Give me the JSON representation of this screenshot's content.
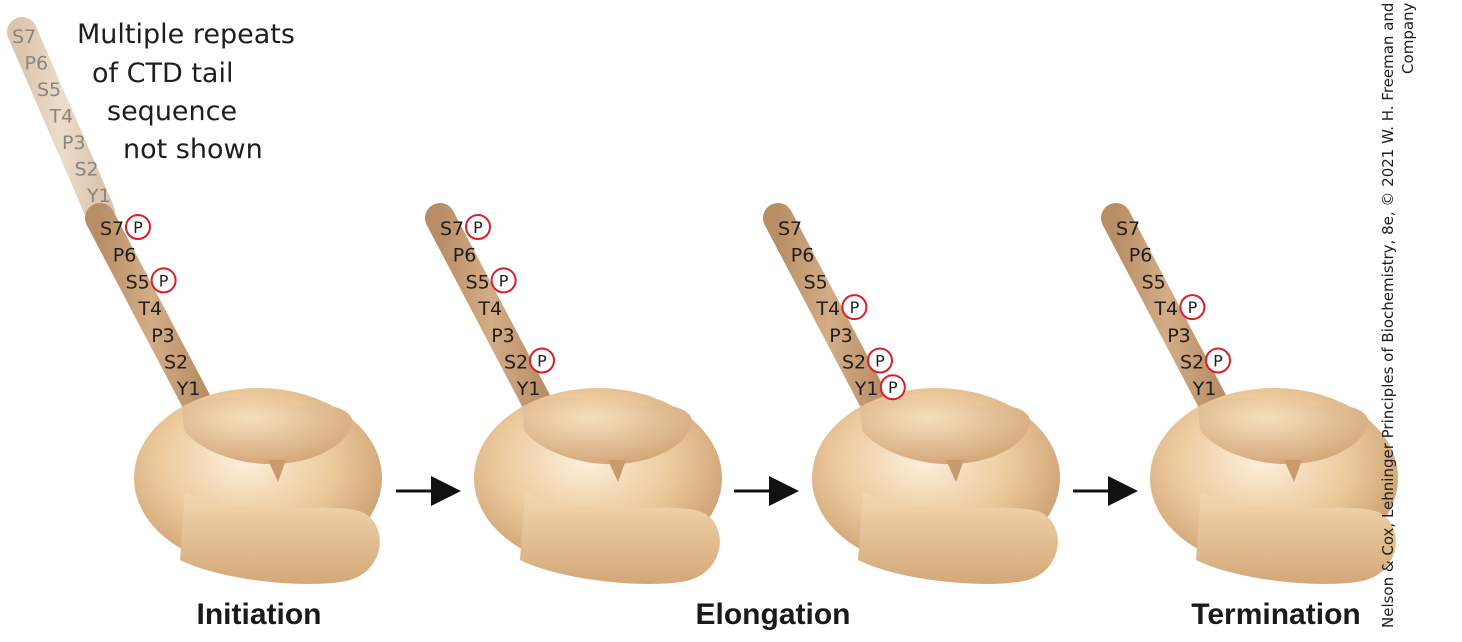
{
  "note": {
    "line1": "Multiple repeats",
    "line2": "of CTD tail",
    "line3": "sequence",
    "line4": "not shown"
  },
  "repeat_residues": [
    "S7",
    "P6",
    "S5",
    "T4",
    "P3",
    "S2",
    "Y1"
  ],
  "phospho_label": "P",
  "stages": [
    {
      "name": "Initiation",
      "phosphorylated": [
        "S7",
        "S5"
      ]
    },
    {
      "name": "",
      "phosphorylated": [
        "S7",
        "S5",
        "S2"
      ]
    },
    {
      "name": "Elongation",
      "phosphorylated": [
        "T4",
        "S2",
        "Y1"
      ]
    },
    {
      "name": "Termination",
      "phosphorylated": [
        "T4",
        "S2"
      ]
    }
  ],
  "credit": {
    "line1": "Nelson & Cox, Lehninger Principles of Biochemistry, 8e, © 2021 W. H. Freeman and",
    "line2": "Company"
  },
  "colors": {
    "polymerase_body": "#e8c495",
    "tail": "#c9a07a",
    "tail_faded": "#e3d0bb",
    "phosphate_ring": "#d8202a",
    "arrow": "#111111"
  }
}
